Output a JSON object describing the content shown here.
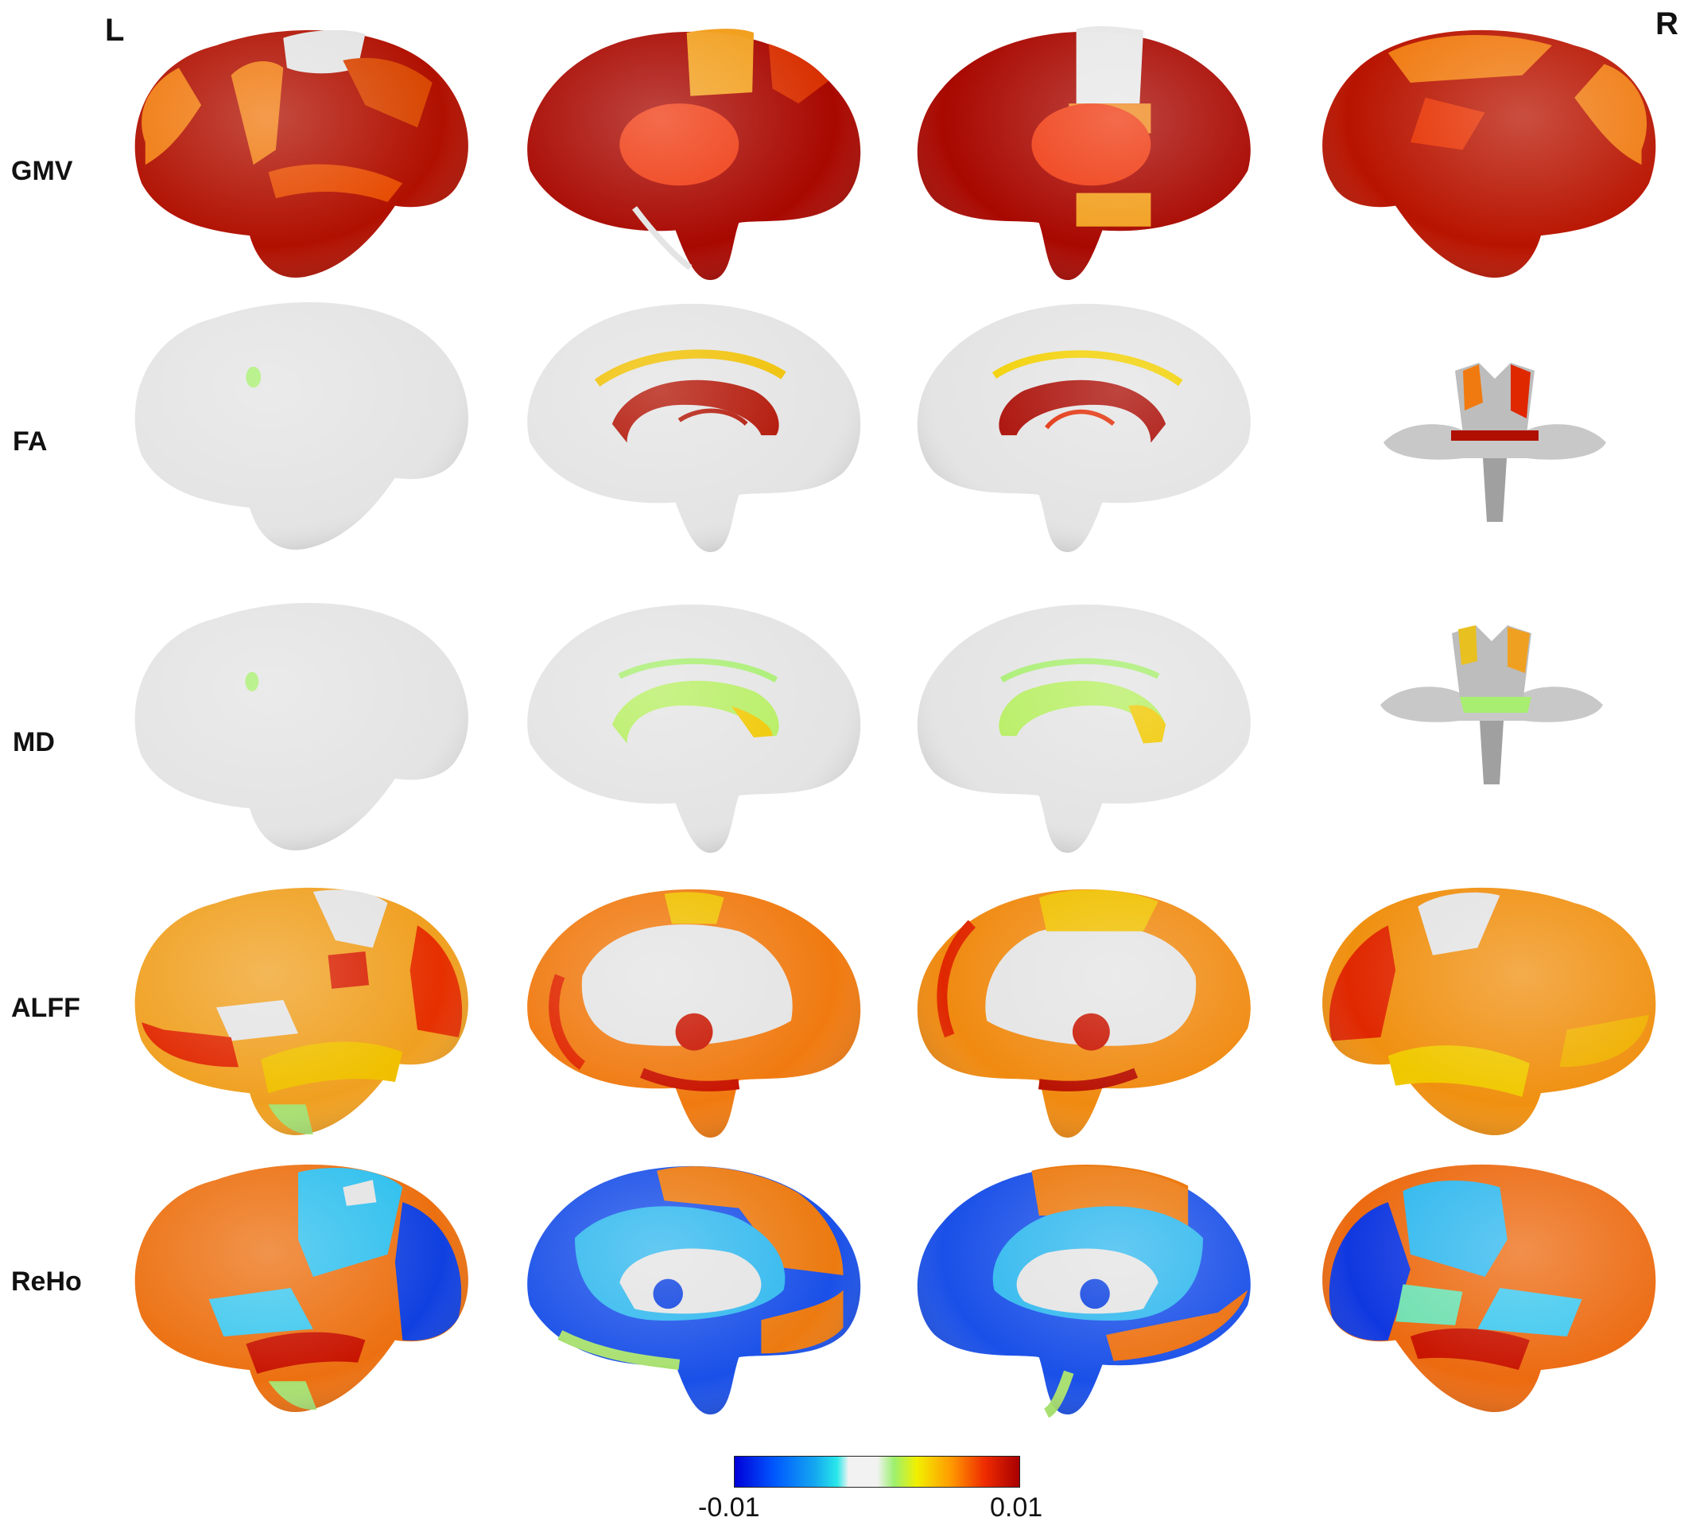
{
  "hemisphere_labels": {
    "left": "L",
    "right": "R"
  },
  "rows": [
    {
      "label": "GMV"
    },
    {
      "label": "FA"
    },
    {
      "label": "MD"
    },
    {
      "label": "ALFF"
    },
    {
      "label": "ReHo"
    }
  ],
  "colorbar": {
    "min_label": "-0.01",
    "max_label": "0.01"
  },
  "colors": {
    "background": "#ffffff",
    "cortex_gray": "#e4e4e4",
    "dark_red": "#b01000",
    "red": "#e02800",
    "orange": "#f07a10",
    "yellow": "#f0c000",
    "light_green": "#a8ee70",
    "cyan": "#30c8ee",
    "blue": "#1450e8",
    "deep_blue": "#0000d0"
  }
}
